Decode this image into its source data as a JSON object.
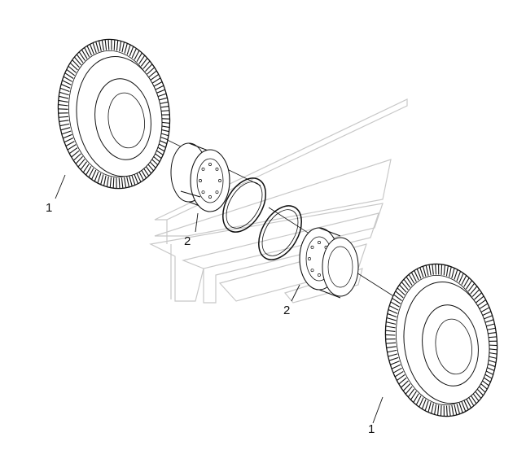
{
  "diagram": {
    "callouts": [
      {
        "id": "tire-upper",
        "text": "1"
      },
      {
        "id": "rim-upper",
        "text": "2"
      },
      {
        "id": "rim-lower",
        "text": "2"
      },
      {
        "id": "tire-lower",
        "text": "1"
      }
    ],
    "colors": {
      "ink": "#111111",
      "watermark": "#c8c8c8",
      "background": "#ffffff"
    },
    "parts": {
      "tire_icon": "tire-icon",
      "rim_icon": "wheel-rim-icon",
      "ring_icon": "lock-ring-icon",
      "watermark_icon": "logo-watermark"
    }
  }
}
